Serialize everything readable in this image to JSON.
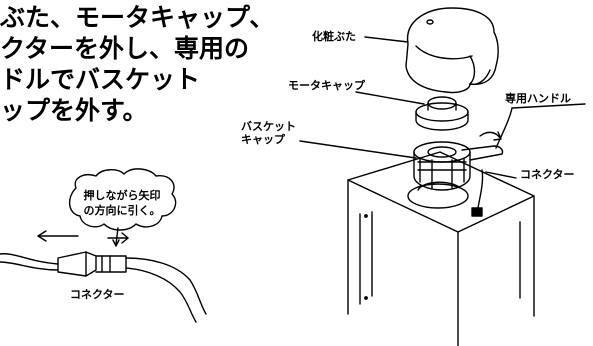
{
  "instructions": {
    "line1": "ぶた、モータキャップ、",
    "line2": "クターを外し、専用の",
    "line3": "ドルでバスケット",
    "line4": "ップを外す。"
  },
  "labels": {
    "cosmetic_cover": "化粧ぶた",
    "motor_cap": "モータキャップ",
    "dedicated_handle": "専用ハンドル",
    "basket_cap_line1": "バスケット",
    "basket_cap_line2": "キャップ",
    "connector_right": "コネクター",
    "connector_left": "コネクター"
  },
  "callout": {
    "line1": "押しながら矢印",
    "line2": "の方向に引く。"
  }
}
